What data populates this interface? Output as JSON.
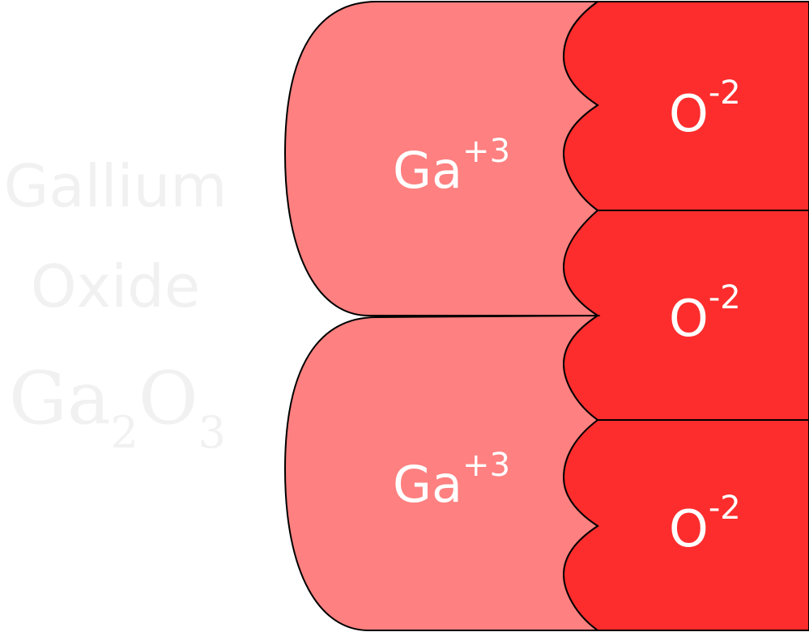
{
  "title": {
    "line1": "Gallium",
    "line2": "Oxide"
  },
  "formula": {
    "el1": "Ga",
    "sub1": "2",
    "el2": "O",
    "sub2": "3"
  },
  "ions": {
    "gallium": [
      {
        "symbol": "Ga",
        "charge": "+3"
      },
      {
        "symbol": "Ga",
        "charge": "+3"
      }
    ],
    "oxygen": [
      {
        "symbol": "O",
        "charge": "-2"
      },
      {
        "symbol": "O",
        "charge": "-2"
      },
      {
        "symbol": "O",
        "charge": "-2"
      }
    ]
  },
  "colors": {
    "gallium_fill": "#fe8080",
    "oxygen_fill": "#fd2d2d",
    "outline": "#000000",
    "title_text": "#f1f1f1",
    "label_text": "#ffffff"
  }
}
